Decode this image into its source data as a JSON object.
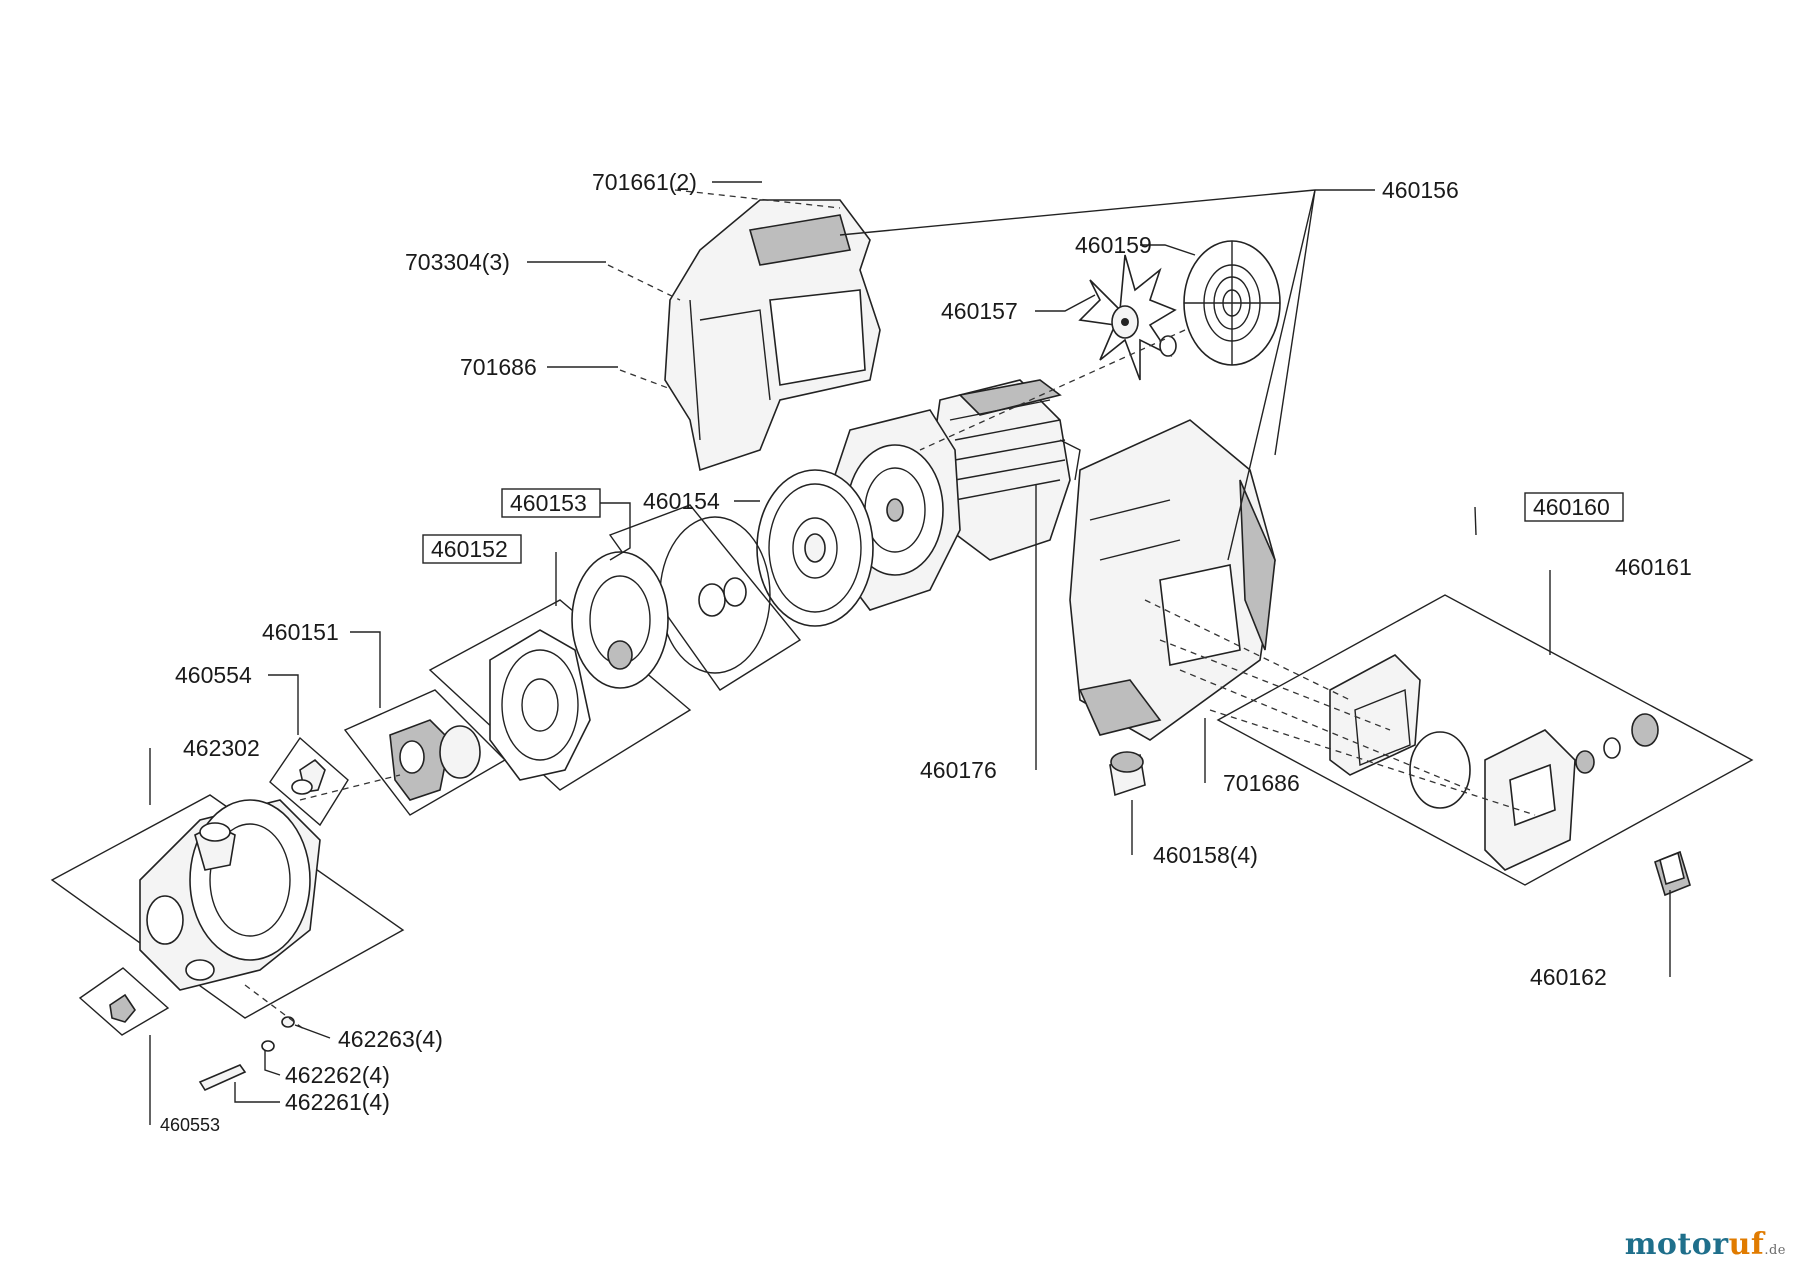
{
  "diagram": {
    "labels": {
      "p701661": "701661(2)",
      "p703304": "703304(3)",
      "p701686a": "701686",
      "p460156": "460156",
      "p460159": "460159",
      "p460157": "460157",
      "p460153": "460153",
      "p460154": "460154",
      "p460152": "460152",
      "p460151": "460151",
      "p460554": "460554",
      "p462302": "462302",
      "p460160": "460160",
      "p460161": "460161",
      "p460176": "460176",
      "p701686b": "701686",
      "p460158": "460158(4)",
      "p460162": "460162",
      "p462263": "462263(4)",
      "p462262": "462262(4)",
      "p462261": "462261(4)",
      "p460553": "460553"
    }
  },
  "watermark": {
    "part_a": "motor",
    "part_b": "uf",
    "part_c": ".de"
  }
}
